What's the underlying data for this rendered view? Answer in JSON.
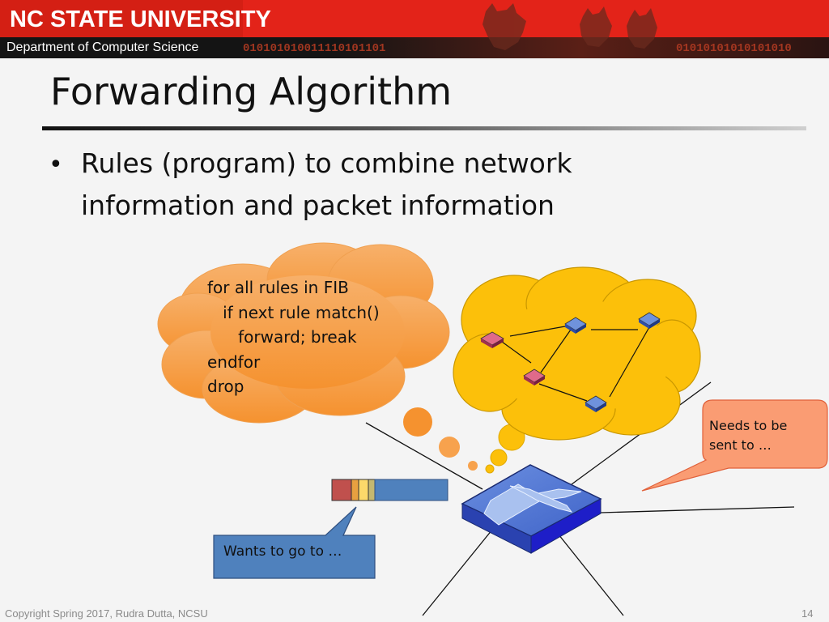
{
  "header": {
    "university": "NC STATE UNIVERSITY",
    "department": "Department of Computer Science",
    "binary_left": "010101010011110101101",
    "binary_right": "01010101010101010"
  },
  "slide": {
    "title": "Forwarding Algorithm",
    "bullets": [
      "Rules (program) to combine network information and packet information"
    ]
  },
  "thought_bubble": {
    "lines": [
      "for all rules in FIB",
      "   if next rule match()",
      "      forward; break",
      "endfor",
      "drop"
    ]
  },
  "callouts": {
    "needs_to_be": "Needs to be sent to …",
    "wants_to_go": "Wants to go to …"
  },
  "footer": {
    "copyright": "Copyright Spring 2017, Rudra Dutta, NCSU",
    "page_number": "14"
  },
  "colors": {
    "banner_red": "#e32319",
    "bubble_orange": "#f7a24d",
    "cloud_yellow": "#fcc00a",
    "router_blue": "#4a7fd4",
    "callout_salmon": "#fa9c73",
    "callout_blue": "#4f81bd"
  },
  "icons": [
    "wolf-logo",
    "router-icon",
    "switch-icon"
  ]
}
